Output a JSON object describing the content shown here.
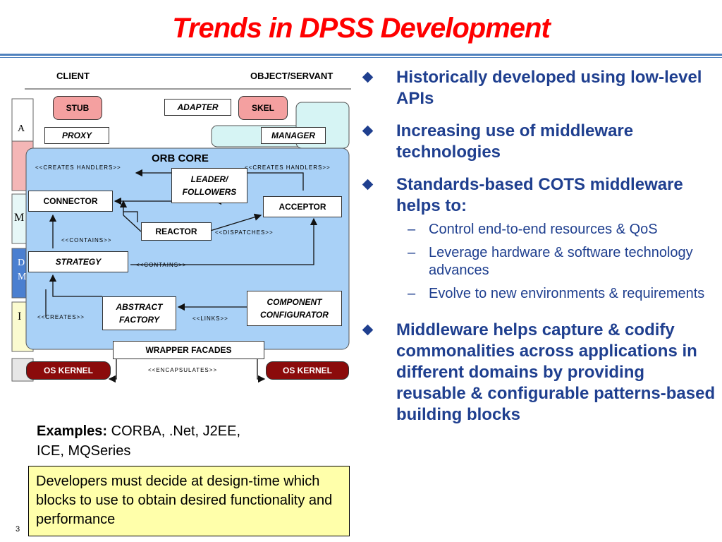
{
  "slide": {
    "title": "Trends in DPSS Development",
    "page_number": "3"
  },
  "diagram": {
    "client_label": "CLIENT",
    "servant_label": "OBJECT/SERVANT",
    "orb_core_label": "ORB CORE",
    "stub": "STUB",
    "adapter": "ADAPTER",
    "skel": "SKEL",
    "proxy": "PROXY",
    "manager": "MANAGER",
    "leader_followers_1": "LEADER/",
    "leader_followers_2": "FOLLOWERS",
    "connector": "CONNECTOR",
    "acceptor": "ACCEPTOR",
    "reactor": "REACTOR",
    "strategy": "STRATEGY",
    "abstract_factory_1": "ABSTRACT",
    "abstract_factory_2": "FACTORY",
    "component_configurator_1": "COMPONENT",
    "component_configurator_2": "CONFIGURATOR",
    "wrapper_facades": "WRAPPER FACADES",
    "os_kernel_left": "OS KERNEL",
    "os_kernel_right": "OS KERNEL",
    "tag_creates_handlers_left": "<<CREATES HANDLERS>>",
    "tag_creates_handlers_right": "<<CREATES HANDLERS>>",
    "tag_contains_1": "<<CONTAINS>>",
    "tag_dispatches": "<<DISPATCHES>>",
    "tag_contains_2": "<<CONTAINS>>",
    "tag_creates": "<<CREATES>>",
    "tag_links": "<<LINKS>>",
    "tag_encapsulates": "<<ENCAPSULATES>>",
    "left_edge_letters": [
      "A",
      "M",
      "D",
      "M",
      "I"
    ]
  },
  "bullets": [
    {
      "text": "Historically developed using low-level APIs",
      "subs": []
    },
    {
      "text": "Increasing use of middleware technologies",
      "subs": []
    },
    {
      "text": "Standards-based COTS middleware helps to:",
      "subs": [
        "Control end-to-end resources & QoS",
        "Leverage hardware & software technology advances",
        "Evolve to new environments & requirements"
      ]
    },
    {
      "text": "Middleware helps capture & codify commonalities across applications in different domains by providing reusable & configurable patterns-based building blocks",
      "subs": []
    }
  ],
  "sub_dash": "–",
  "examples": {
    "label": "Examples:",
    "text": " CORBA, .Net, J2EE, ICE, MQSeries"
  },
  "note": "Developers must decide at design-time which blocks to use to obtain desired functionality and performance",
  "colors": {
    "title": "#ff0000",
    "bullet_text": "#1f3f8f",
    "rule": "#4f81bd",
    "orb_core_fill": "#a9d1f7",
    "stub_fill": "#f4a0a0",
    "kernel_fill": "#8b0b0b",
    "manager_fill": "#d6f4f4",
    "note_fill": "#ffffaa"
  }
}
